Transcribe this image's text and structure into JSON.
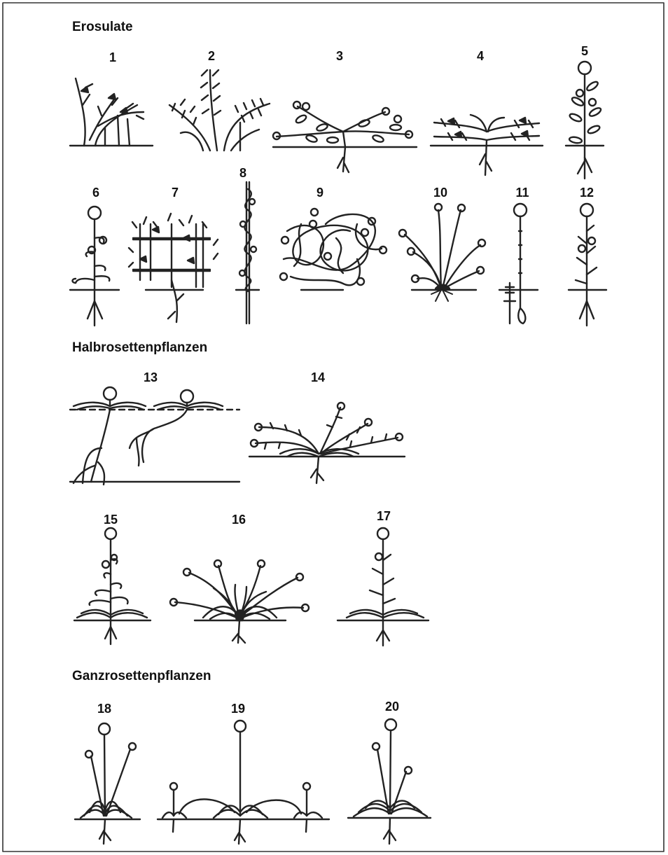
{
  "sections": {
    "erosulate": "Erosulate",
    "halbrosetten": "Halbrosettenpflanzen",
    "ganzrosetten": "Ganzrosettenpflanzen"
  },
  "figures": [
    "1",
    "2",
    "3",
    "4",
    "5",
    "6",
    "7",
    "8",
    "9",
    "10",
    "11",
    "12",
    "13",
    "14",
    "15",
    "16",
    "17",
    "18",
    "19",
    "20"
  ]
}
